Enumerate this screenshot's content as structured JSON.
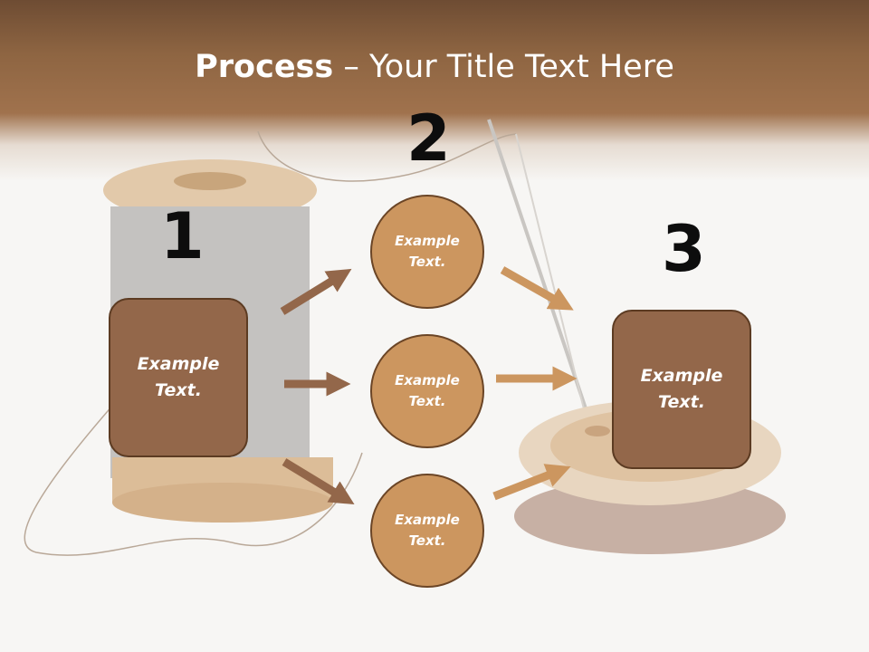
{
  "slide": {
    "title_bold": "Process",
    "title_rest": " – Your Title Text Here"
  },
  "steps": [
    {
      "number": "1",
      "text": "Example\nText."
    },
    {
      "number": "2"
    },
    {
      "number": "3",
      "text": "Example\nText."
    }
  ],
  "circles": [
    {
      "text": "Example\nText."
    },
    {
      "text": "Example\nText."
    },
    {
      "text": "Example\nText."
    }
  ],
  "colors": {
    "header": "#8e6542",
    "box_fill": "#93674a",
    "circle_fill": "#cc965f",
    "arrow_dark": "#93674a",
    "arrow_light": "#cc965f"
  }
}
